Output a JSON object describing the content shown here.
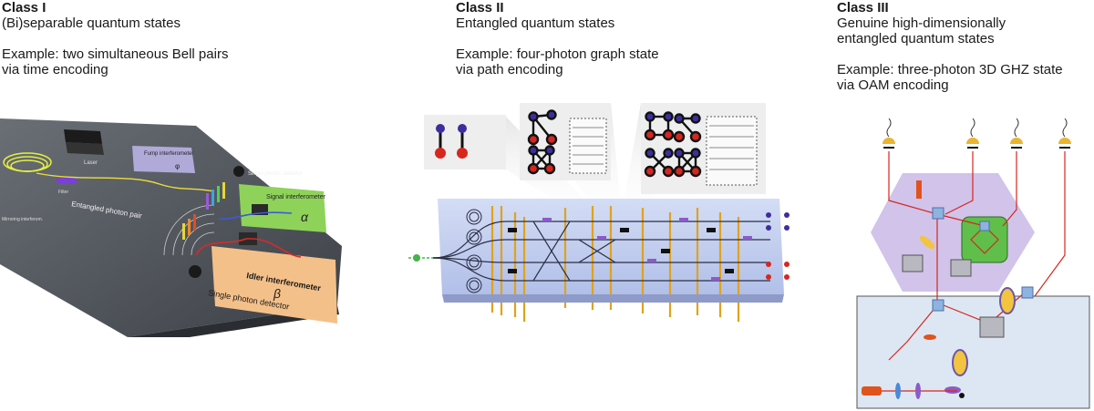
{
  "class1": {
    "title": "Class I",
    "subtitle": "(Bi)separable quantum states",
    "example_line1": "Example: two simultaneous Bell pairs",
    "example_line2": "via time encoding",
    "labels": {
      "laser": "Laser",
      "fump": "Fump interferometer",
      "filter": "Filter",
      "mirror": "Mirroring interferom.",
      "pair": "Entangled photon pair",
      "single_top": "Single photon detector",
      "signal": "Signal interferometer",
      "alpha": "α",
      "idler": "Idler interferometer",
      "beta": "β",
      "phi": "φ",
      "single_bottom": "Single photon detector"
    }
  },
  "class2": {
    "title": "Class II",
    "subtitle": "Entangled quantum states",
    "example_line1": "Example: four-photon graph state",
    "example_line2": "via path encoding"
  },
  "class3": {
    "title": "Class III",
    "subtitle_line1": "Genuine high-dimensionally",
    "subtitle_line2": "entangled quantum states",
    "example_line1": "Example: three-photon 3D GHZ state",
    "example_line2": "via OAM encoding"
  },
  "colors": {
    "node_blue": "#3b2f9e",
    "node_red": "#d7261e",
    "gold": "#e0a21c",
    "purple_zone": "#c9b8e6",
    "green_zone": "#5fbf4a",
    "orange_zone": "#f4c089",
    "laser_red": "#e0531e"
  }
}
